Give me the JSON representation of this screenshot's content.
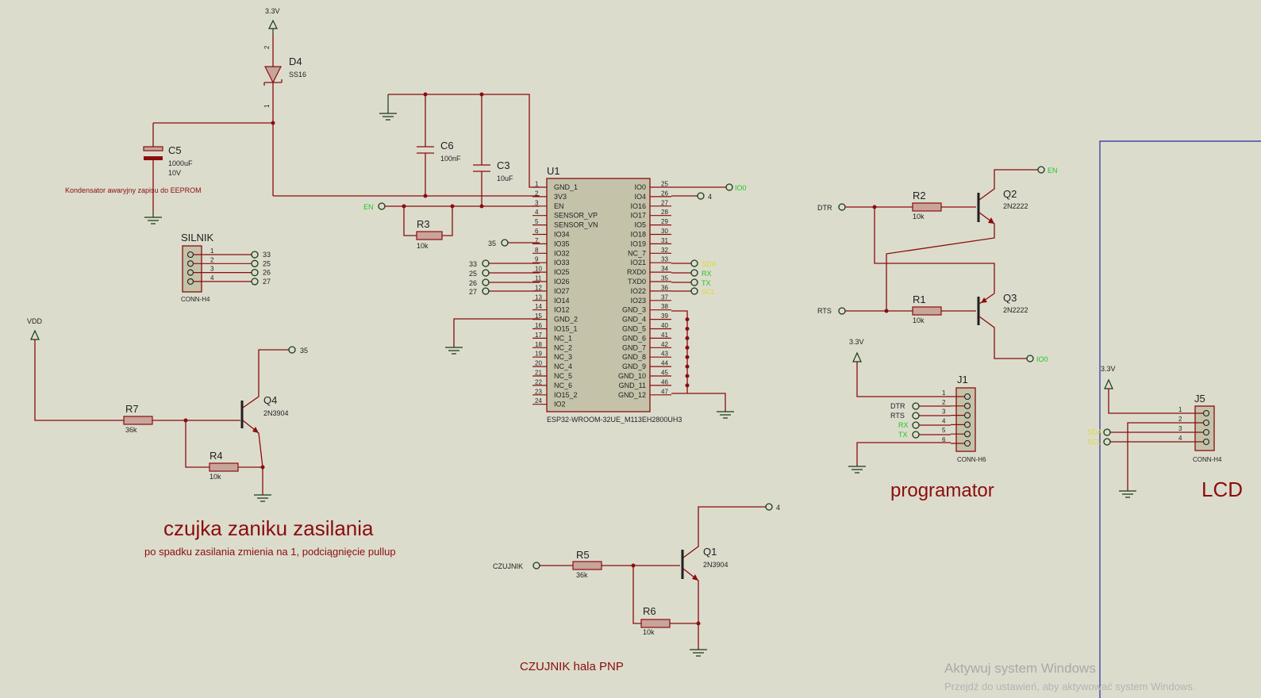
{
  "colors": {
    "background": "#dcdccd",
    "wire": "#8a0d0d",
    "net_label_green": "#22c722",
    "net_label_yellow": "#d9d936",
    "ground": "#1a3a1a",
    "frame": "#2a2aa0"
  },
  "headings": {
    "czujka_title": "czujka zaniku zasilania",
    "czujka_sub": "po spadku zasilania zmienia na 1, podciągnięcie pullup",
    "czujnik_title": "CZUJNIK hala PNP",
    "programator": "programator",
    "lcd": "LCD",
    "eeprom_note": "Kondensator awaryjny zapisu do EEPROM"
  },
  "power": {
    "v33": "3.3V",
    "vdd": "VDD"
  },
  "parts": {
    "d4": {
      "ref": "D4",
      "value": "SS16",
      "pin_a": "2",
      "pin_k": "1"
    },
    "c5": {
      "ref": "C5",
      "value": "1000uF",
      "voltage": "10V"
    },
    "c6": {
      "ref": "C6",
      "value": "100nF"
    },
    "c3": {
      "ref": "C3",
      "value": "10uF"
    },
    "r3": {
      "ref": "R3",
      "value": "10k"
    },
    "r2": {
      "ref": "R2",
      "value": "10k"
    },
    "r1": {
      "ref": "R1",
      "value": "10k"
    },
    "r7": {
      "ref": "R7",
      "value": "36k"
    },
    "r4": {
      "ref": "R4",
      "value": "10k"
    },
    "r5": {
      "ref": "R5",
      "value": "36k"
    },
    "r6": {
      "ref": "R6",
      "value": "10k"
    },
    "q2": {
      "ref": "Q2",
      "value": "2N2222"
    },
    "q3": {
      "ref": "Q3",
      "value": "2N2222"
    },
    "q4": {
      "ref": "Q4",
      "value": "2N3904"
    },
    "q1": {
      "ref": "Q1",
      "value": "2N3904"
    }
  },
  "u1": {
    "ref": "U1",
    "part": "ESP32-WROOM-32UE_M113EH2800UH3",
    "left_pins": [
      {
        "num": "1",
        "name": "GND_1"
      },
      {
        "num": "2",
        "name": "3V3"
      },
      {
        "num": "3",
        "name": "EN"
      },
      {
        "num": "4",
        "name": "SENSOR_VP"
      },
      {
        "num": "5",
        "name": "SENSOR_VN"
      },
      {
        "num": "6",
        "name": "IO34"
      },
      {
        "num": "7",
        "name": "IO35"
      },
      {
        "num": "8",
        "name": "IO32"
      },
      {
        "num": "9",
        "name": "IO33"
      },
      {
        "num": "10",
        "name": "IO25"
      },
      {
        "num": "11",
        "name": "IO26"
      },
      {
        "num": "12",
        "name": "IO27"
      },
      {
        "num": "13",
        "name": "IO14"
      },
      {
        "num": "14",
        "name": "IO12"
      },
      {
        "num": "15",
        "name": "GND_2"
      },
      {
        "num": "16",
        "name": "IO15_1"
      },
      {
        "num": "17",
        "name": "NC_1"
      },
      {
        "num": "18",
        "name": "NC_2"
      },
      {
        "num": "19",
        "name": "NC_3"
      },
      {
        "num": "20",
        "name": "NC_4"
      },
      {
        "num": "21",
        "name": "NC_5"
      },
      {
        "num": "22",
        "name": "NC_6"
      },
      {
        "num": "23",
        "name": "IO15_2"
      },
      {
        "num": "24",
        "name": "IO2"
      }
    ],
    "right_pins": [
      {
        "num": "25",
        "name": "IO0"
      },
      {
        "num": "26",
        "name": "IO4"
      },
      {
        "num": "27",
        "name": "IO16"
      },
      {
        "num": "28",
        "name": "IO17"
      },
      {
        "num": "29",
        "name": "IO5"
      },
      {
        "num": "30",
        "name": "IO18"
      },
      {
        "num": "31",
        "name": "IO19"
      },
      {
        "num": "32",
        "name": "NC_7"
      },
      {
        "num": "33",
        "name": "IO21"
      },
      {
        "num": "34",
        "name": "RXD0"
      },
      {
        "num": "35",
        "name": "TXD0"
      },
      {
        "num": "36",
        "name": "IO22"
      },
      {
        "num": "37",
        "name": "IO23"
      },
      {
        "num": "38",
        "name": "GND_3"
      },
      {
        "num": "39",
        "name": "GND_4"
      },
      {
        "num": "40",
        "name": "GND_5"
      },
      {
        "num": "41",
        "name": "GND_6"
      },
      {
        "num": "42",
        "name": "GND_7"
      },
      {
        "num": "43",
        "name": "GND_8"
      },
      {
        "num": "44",
        "name": "GND_9"
      },
      {
        "num": "45",
        "name": "GND_10"
      },
      {
        "num": "46",
        "name": "GND_11"
      },
      {
        "num": "47",
        "name": "GND_12"
      }
    ]
  },
  "net_labels": {
    "en": "EN",
    "io0": "IO0",
    "io4": "4",
    "io35": "35",
    "io33": "33",
    "io25": "25",
    "io26": "26",
    "io27": "27",
    "sda": "SDA",
    "rx": "RX",
    "tx": "TX",
    "scl": "SCL",
    "dtr": "DTR",
    "rts": "RTS",
    "czujnik": "CZUJNIK"
  },
  "silnik": {
    "ref": "SILNIK",
    "part": "CONN-H4",
    "pins": [
      "1",
      "2",
      "3",
      "4"
    ],
    "nets": [
      "33",
      "25",
      "26",
      "27"
    ]
  },
  "j1": {
    "ref": "J1",
    "part": "CONN-H6",
    "pins": [
      "1",
      "2",
      "3",
      "4",
      "5",
      "6"
    ],
    "nets": [
      "DTR",
      "RTS",
      "RX",
      "TX"
    ]
  },
  "j5": {
    "ref": "J5",
    "part": "CONN-H4",
    "pins": [
      "1",
      "2",
      "3",
      "4"
    ],
    "nets": [
      "SDA",
      "SCL"
    ]
  },
  "watermark": {
    "line1": "Aktywuj system Windows",
    "line2": "Przejdź do ustawień, aby aktywować system Windows."
  }
}
